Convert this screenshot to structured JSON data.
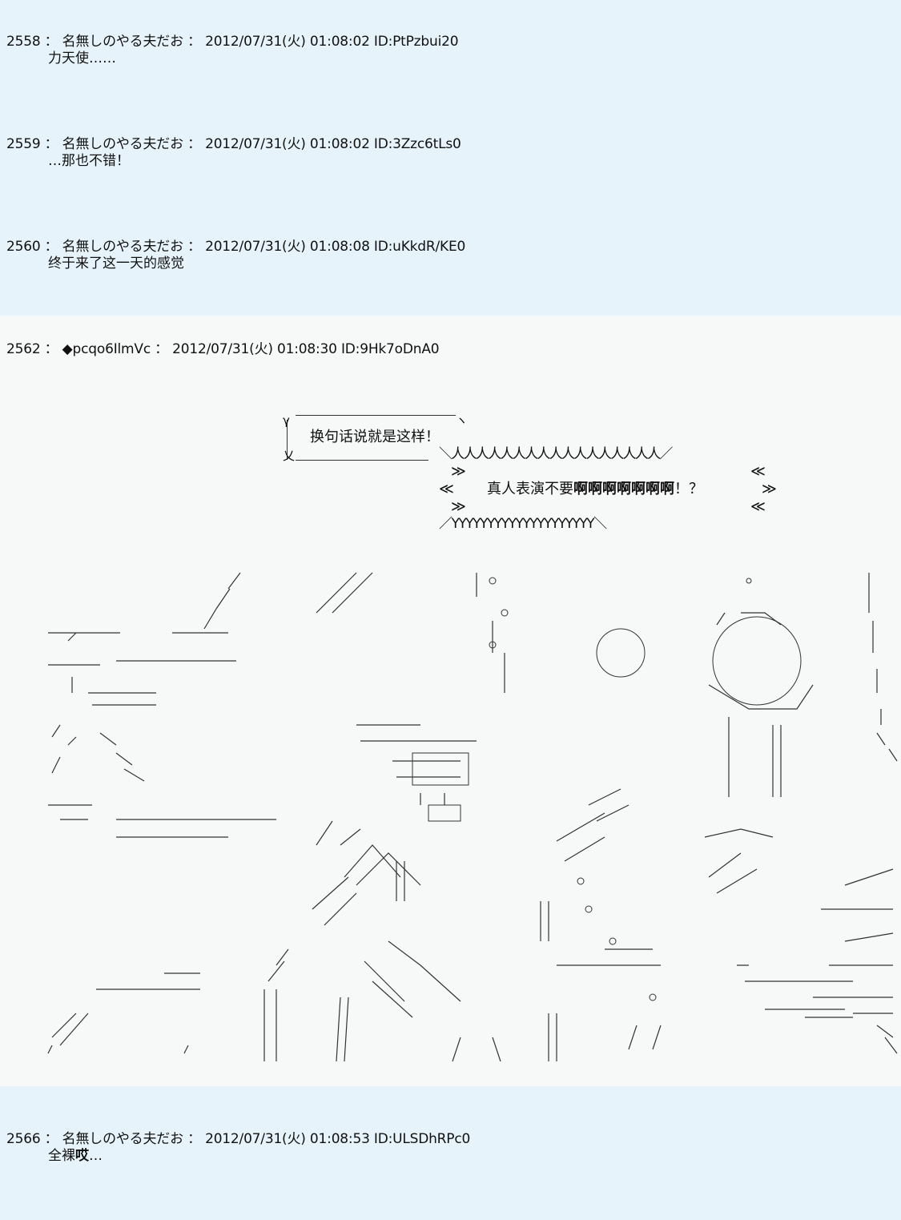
{
  "posts": [
    {
      "header": "2558 ： 名無しのやる夫だお ： 2012/07/31(火) 01:08:02 ID:PtPzbui20",
      "body": "力天使……"
    },
    {
      "header": "2559 ： 名無しのやる夫だお ： 2012/07/31(火) 01:08:02 ID:3Zzc6tLs0",
      "body": "…那也不错！"
    },
    {
      "header": "2560 ： 名無しのやる夫だお ： 2012/07/31(火) 01:08:08 ID:uKkdR/KE0",
      "body": "终于来了这一天的感觉"
    },
    {
      "header": "2562 ： ◆pcqo6IlmVc ： 2012/07/31(火) 01:08:30 ID:9Hk7oDnA0",
      "body": ""
    },
    {
      "header": "2566 ： 名無しのやる夫だお ： 2012/07/31(火) 01:08:53 ID:ULSDhRPc0",
      "body_normal": "全裸",
      "body_bold": "哎",
      "body_tail": "…"
    }
  ],
  "art": {
    "speech1": "换句话说就是这样！",
    "speech2_normal": "真人表演不要",
    "speech2_bold": "啊啊啊啊啊啊啊",
    "speech2_tail": "！？",
    "lines_wave_top": "＼人人人人人人人人人人人人人人人人人／",
    "lines_wave_bottom": "／YYYYYYYYYYYYYYYYYYYY＼",
    "mark_left_1": "≫",
    "mark_left_2": "≪",
    "mark_left_3": "≫",
    "mark_right_1": "≪",
    "mark_right_2": "≫",
    "mark_right_3": "≪",
    "bubble1_tl": "γ",
    "bubble1_bl": "乂",
    "bubble1_tr": "ヽ"
  }
}
